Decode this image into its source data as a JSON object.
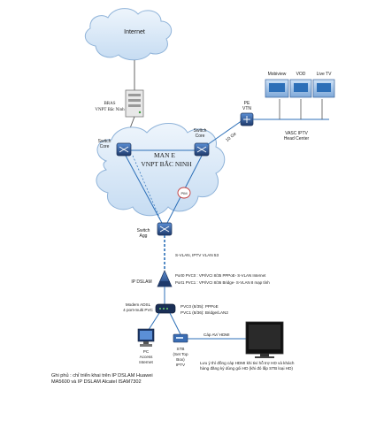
{
  "labels": {
    "internet": "Internet",
    "bras_1": "BRAS",
    "bras_2": "VNPT Bắc Ninh",
    "switch_core_left_1": "Switch",
    "switch_core_left_2": "Core",
    "switch_core_right_1": "Switch",
    "switch_core_right_2": "Core",
    "man_e_1": "MAN E",
    "man_e_2": "VNPT BẮC NINH",
    "pe_1": "PE",
    "pe_2": "VTN",
    "ten_ge": "10 Ge",
    "vasc_1": "VASC IPTV",
    "vasc_2": "Head Center",
    "mobiview": "Mobiview",
    "vod": "VOD",
    "live_tv": "Live TV",
    "switch_agg_1": "Switch",
    "switch_agg_2": "Agg",
    "ring_link": "PIM",
    "svlan": "S-VLAN, IPTV VLAN 53",
    "ip_dslam": "IP DSLAM",
    "port0_line": "Port0 PVC0 : VPI/VCI 8/35 PPPoE- S-VLAN Internet",
    "port1_line": "Port1 PVC1 : VPI/VCI 8/36 Bridge- S-VLAN 8 mạp tính",
    "modem_1": "Modem ADSL",
    "modem_2": "4 port-multi PVC",
    "pvc0_line": "PVC0 (8/35): PPPoE",
    "pvc1_line": "PVC1 (8/36): Bridge/LAN2",
    "pc_1": "PC",
    "pc_2": "Access",
    "pc_3": "Internet",
    "stb_1": "STB",
    "stb_2": "(Set Top",
    "stb_3": "Box)",
    "stb_4": "IPTV",
    "cable_label": "Cáp AV/ HDMI",
    "tv_note": "Lưu ý thì đồng cáp HDMI khi tivi hỗ trợ HD và khách hàng đăng ký dùng gói HD (khi đó lắp STB loại HD)",
    "footer_note": "Ghi phủ : chỉ triển khai trên IP DSLAM Huawei MA5600 và IP DSLAM Alcatel ISAM7302"
  },
  "colors": {
    "cloud_fill": "#dbe9f7",
    "cloud_stroke": "#8fb3d9",
    "link": "#2c6fb8",
    "device_dark": "#1f3a6b",
    "device_mid": "#3b6db3",
    "tv_screen": "#1b1b1b"
  },
  "icons": [
    "cloud-icon",
    "server-icon",
    "switch-icon",
    "router-icon",
    "dslam-icon",
    "modem-icon",
    "pc-icon",
    "set-top-box-icon",
    "television-icon"
  ]
}
